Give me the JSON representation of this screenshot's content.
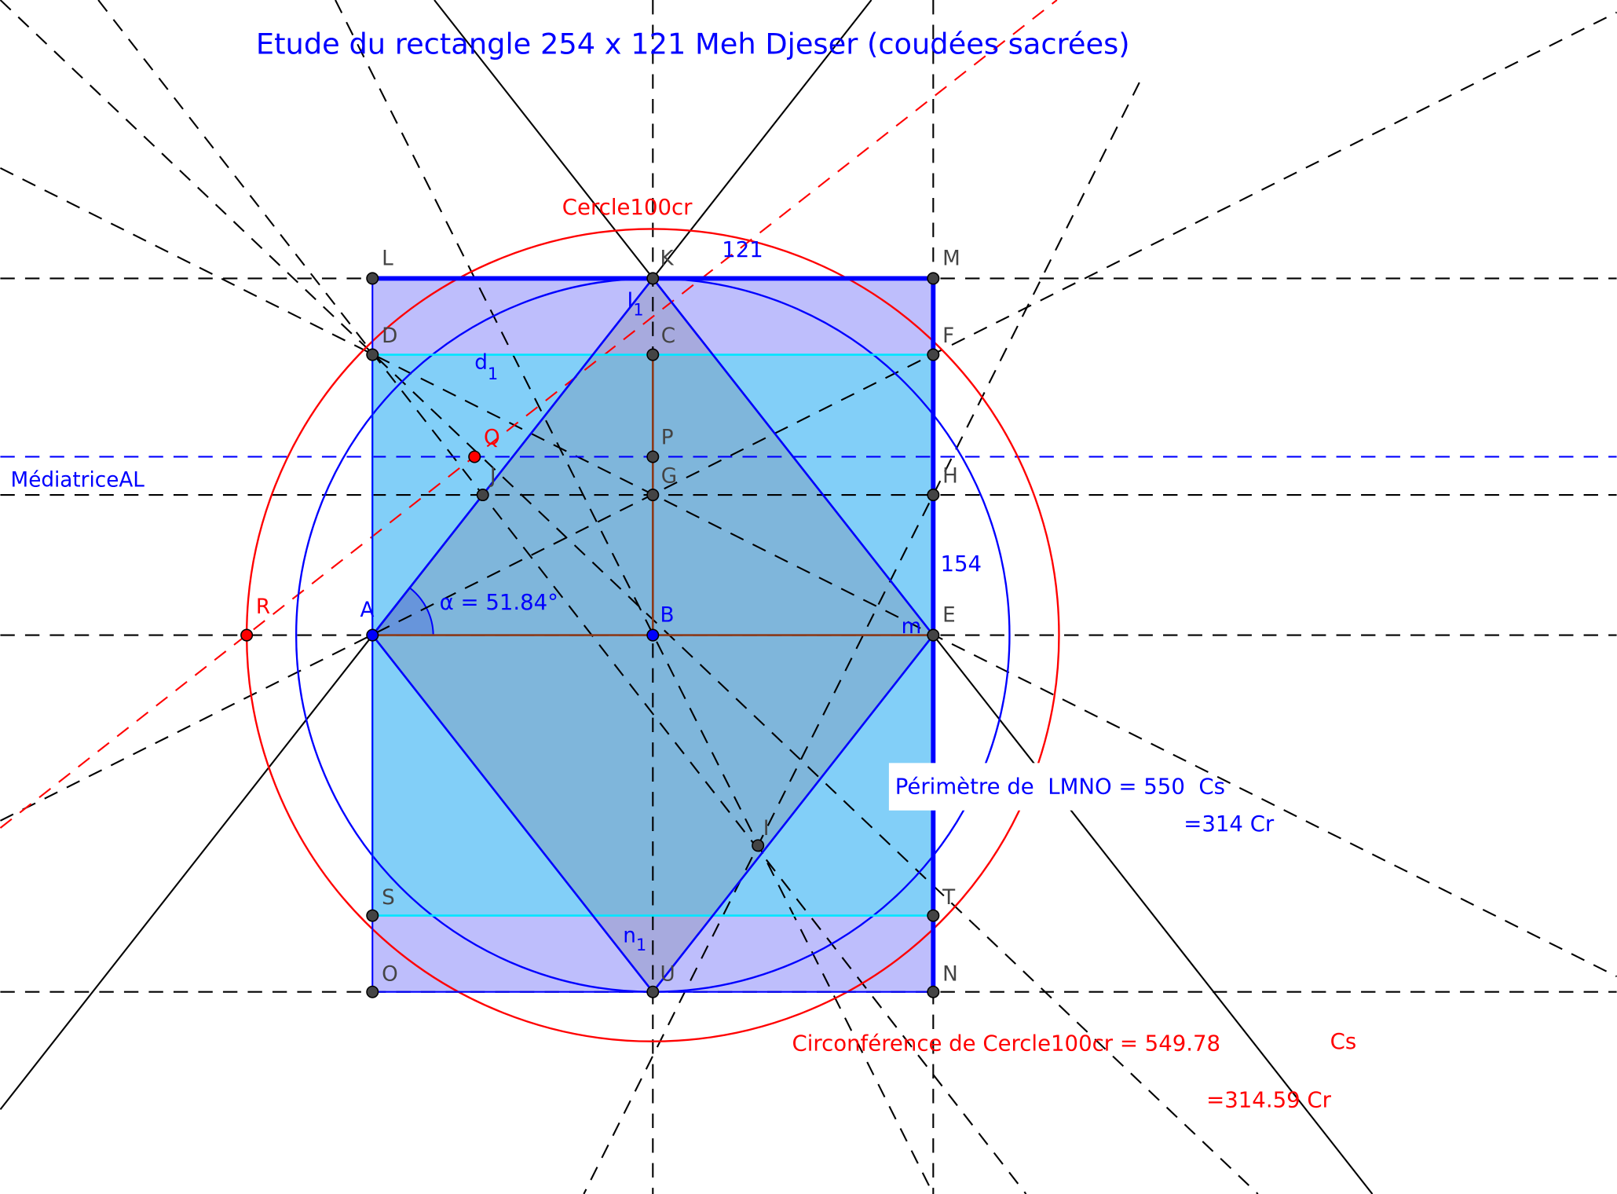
{
  "title": "Etude du rectangle 254 x 121 Meh Djeser (coudées sacrées)",
  "mediatrice_label": "MédiatriceAL",
  "circle_label": "Cercle100cr",
  "segment_labels": {
    "top": "121",
    "right": "154"
  },
  "small_labels": {
    "d1": {
      "base": "d",
      "sub": "1"
    },
    "i1": {
      "base": "I",
      "sub": "1"
    },
    "n1": {
      "base": "n",
      "sub": "1"
    },
    "m": "m"
  },
  "angle_label": "α = 51.84°",
  "perimeter": {
    "line1": "Périmètre de  LMNO = 550  Cs",
    "line2": "=314 Cr"
  },
  "circumference": {
    "line1": "Circonférence de Cercle100cr = 549.78",
    "unit": "Cs",
    "line2": "=314.59 Cr"
  },
  "colors": {
    "blue": "#0000ff",
    "red": "#ff0000",
    "point": "#444444",
    "cyan": "#00e5ff"
  },
  "points": [
    {
      "name": "L",
      "color": "point"
    },
    {
      "name": "K",
      "color": "point"
    },
    {
      "name": "M",
      "color": "point"
    },
    {
      "name": "D",
      "color": "point"
    },
    {
      "name": "C",
      "color": "point"
    },
    {
      "name": "F",
      "color": "point"
    },
    {
      "name": "P",
      "color": "point"
    },
    {
      "name": "Q",
      "color": "red"
    },
    {
      "name": "J",
      "color": "point"
    },
    {
      "name": "G",
      "color": "point"
    },
    {
      "name": "H",
      "color": "point"
    },
    {
      "name": "A",
      "color": "blue"
    },
    {
      "name": "B",
      "color": "blue"
    },
    {
      "name": "E",
      "color": "point"
    },
    {
      "name": "R",
      "color": "red"
    },
    {
      "name": "I",
      "color": "point"
    },
    {
      "name": "S",
      "color": "point"
    },
    {
      "name": "T",
      "color": "point"
    },
    {
      "name": "O",
      "color": "point"
    },
    {
      "name": "U",
      "color": "point"
    },
    {
      "name": "N",
      "color": "point"
    }
  ]
}
